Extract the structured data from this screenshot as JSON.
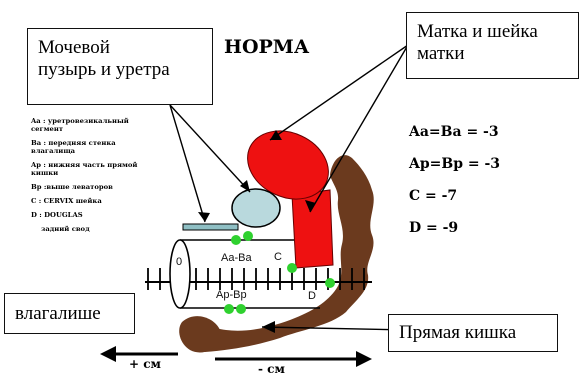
{
  "title": "НОРМА",
  "callouts": {
    "bladder": [
      "Мочевой",
      "пузырь и уретра"
    ],
    "uterus": [
      "Матка и шейка",
      "матки"
    ],
    "vagina": "влагалише",
    "rectum": "Прямая кишка"
  },
  "legend": [
    {
      "text": "Aa : уретровезикальный сегмент"
    },
    {
      "text": "Ba : передняя стенка влагалища"
    },
    {
      "text": "Ap : нижняя часть прямой кишки"
    },
    {
      "text": "Bp :выше леваторов"
    },
    {
      "text": "C : CERVIX шейка"
    },
    {
      "text": "D : DOUGLAS"
    },
    {
      "text": "задний свод",
      "indent": true
    }
  ],
  "values": [
    "Aa=Ba = -3",
    "Ap=Bp = -3",
    "C = -7",
    "D = -9"
  ],
  "diagram_labels": {
    "aa_ba": "Aa-Ba",
    "c": "C",
    "zero": "0",
    "ap_bp": "Ap-Bp",
    "d": "D"
  },
  "axis": {
    "plus": "+ см",
    "minus": "- см"
  },
  "colors": {
    "uterus": "#ee1111",
    "bladder": "#b9d9dd",
    "rectum": "#6b3a1e",
    "marker": "#2fd12f",
    "platform": "#8fbfc4"
  }
}
